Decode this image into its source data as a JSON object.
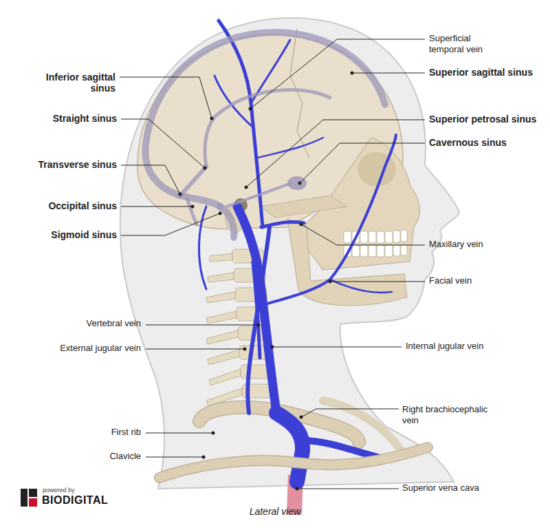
{
  "diagram": {
    "caption": "Lateral view",
    "labels": [
      "Superficial temporal vein",
      "Inferior sagittal sinus",
      "Superior sagittal sinus",
      "Straight sinus",
      "Superior petrosal sinus",
      "Cavernous sinus",
      "Transverse sinus",
      "Occipital sinus",
      "Sigmoid sinus",
      "Maxillary vein",
      "Facial vein",
      "Vertebral vein",
      "External jugular vein",
      "Internal jugular vein",
      "Right brachiocephalic vein",
      "First rib",
      "Clavicle",
      "Superior vena cava",
      "powered by",
      "BIODIGITAL"
    ]
  }
}
